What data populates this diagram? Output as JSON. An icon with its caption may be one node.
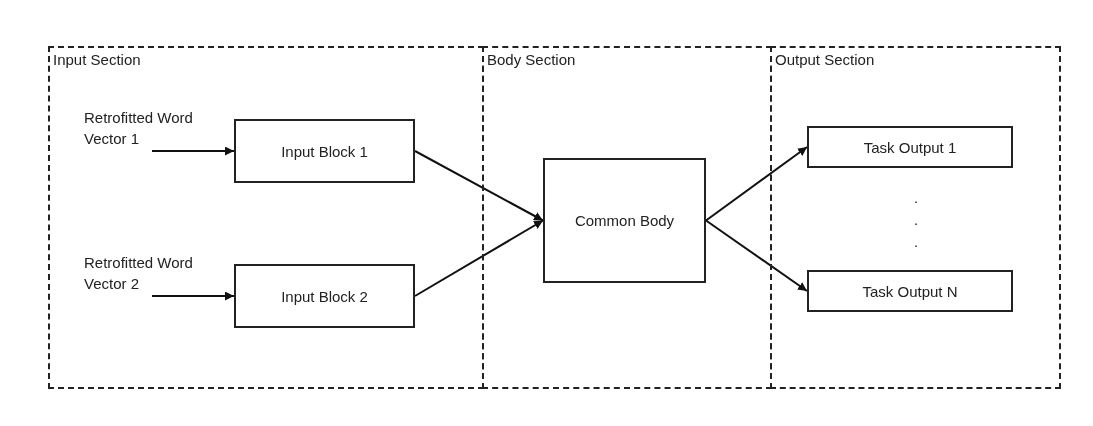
{
  "diagram": {
    "nodes": [
      {
        "text": [
          "Input Section"
        ]
      },
      {
        "text": [
          "Body Section"
        ]
      },
      {
        "text": [
          "Output Section"
        ]
      },
      {
        "text": [
          "Retrofitted Word Vector 1"
        ],
        "in": 0
      },
      {
        "text": [
          "Input Block 1"
        ],
        "in": 0
      },
      {
        "text": [
          "Retrofitted Word Vector 2"
        ],
        "in": 0
      },
      {
        "text": [
          "Input Block 2"
        ],
        "in": 0
      },
      {
        "text": [
          "Common Body"
        ],
        "in": 1
      },
      {
        "text": [
          "Task Output 1"
        ],
        "in": 2
      },
      {
        "text": [
          "Task Output N"
        ],
        "in": 2
      }
    ],
    "edges": [
      {
        "from": 3,
        "to": 4,
        "arrow": "to"
      },
      {
        "from": 5,
        "to": 6,
        "arrow": "to"
      },
      {
        "from": 4,
        "to": 7,
        "arrow": "to"
      },
      {
        "from": 6,
        "to": 7,
        "arrow": "to"
      },
      {
        "from": 7,
        "to": 8,
        "arrow": "to"
      },
      {
        "from": 7,
        "to": 9,
        "arrow": "to"
      }
    ],
    "labels": [
      ".",
      ".",
      "."
    ]
  }
}
